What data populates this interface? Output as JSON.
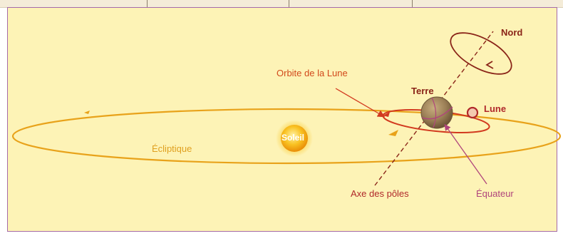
{
  "labels": {
    "nord": "Nord",
    "orbite_lune": "Orbite de la Lune",
    "terre": "Terre",
    "lune": "Lune",
    "soleil": "Soleil",
    "ecliptique": "Écliptique",
    "axe_poles": "Axe des pôles",
    "equateur": "Équateur"
  },
  "colors": {
    "background": "#fdf3b6",
    "ecliptic_orbit": "#e8a21a",
    "moon_orbit": "#d23a1f",
    "label_red": "#b0282a",
    "label_orange": "#d24a1c",
    "ecliptic_label": "#e0a020",
    "equator_color": "#b0457c",
    "earth": "#9b7f56",
    "sun": "#f2a50c"
  }
}
